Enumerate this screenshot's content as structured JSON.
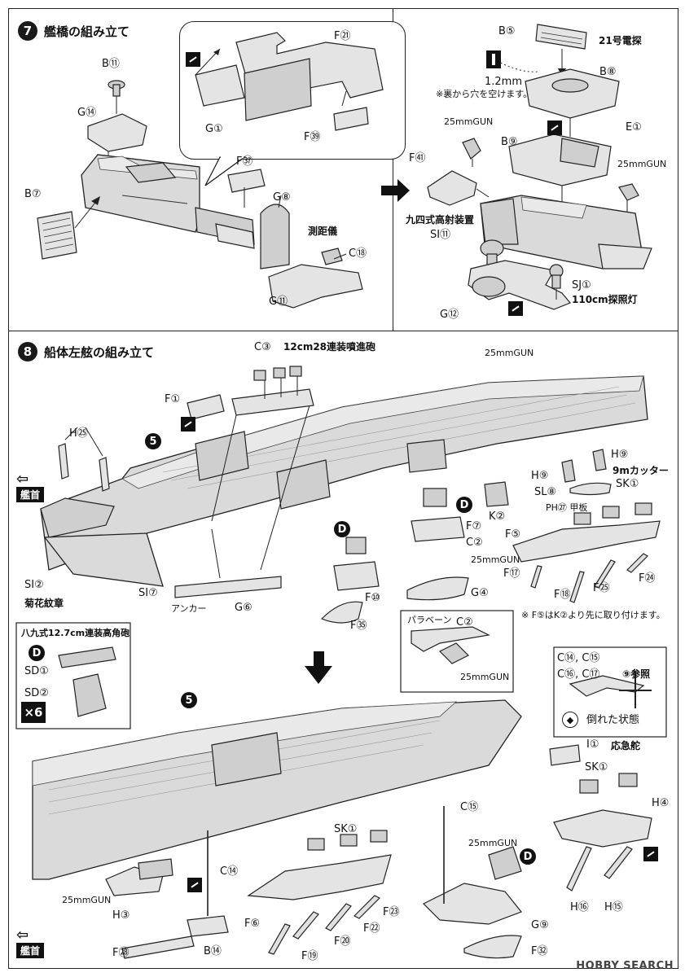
{
  "step7": {
    "number": "7",
    "title": "艦橋の組み立て",
    "labels": {
      "b11": "B⑪",
      "g14": "G⑭",
      "b7": "B⑦",
      "f21": "F㉑",
      "g1": "G①",
      "f39": "F㊴",
      "f37": "F㊲",
      "g8": "G⑧",
      "rangefinder": "測距儀",
      "c18": "C⑱",
      "g11": "G⑪",
      "b5": "B⑤",
      "radar": "21号電探",
      "drill": "1.2mm",
      "drill_note": "※裏から穴を空けます。",
      "b8": "B⑧",
      "gun1": "25mmGUN",
      "b9": "B⑨",
      "e1": "E①",
      "gun2": "25mmGUN",
      "f41": "F㊶",
      "director": "九四式高射装置",
      "si11": "SI⑪",
      "sj1": "SJ①",
      "searchlight": "110cm探照灯",
      "g12": "G⑫"
    }
  },
  "step8": {
    "number": "8",
    "title": "船体左舷の組み立て",
    "labels": {
      "c3": "C③",
      "turret_12cm": "12cm28連装噴進砲",
      "gun_top": "25mmGUN",
      "f1": "F①",
      "h25": "H㉕",
      "bow": "艦首",
      "si2": "SI②",
      "chrysanthemum": "菊花紋章",
      "si7": "SI⑦",
      "anchor": "アンカー",
      "g6": "G⑥",
      "f35": "F㉟",
      "f10": "F⑩",
      "f7": "F⑦",
      "c2": "C②",
      "gun_mid": "25mmGUN",
      "k2": "K②",
      "g4": "G④",
      "h9a": "H⑨",
      "h9b": "H⑨",
      "cutter": "9mカッター",
      "sl8": "SL⑧",
      "sk1": "SK①",
      "ph27": "PH㉗ 甲板",
      "f5": "F⑤",
      "f17": "F⑰",
      "f18": "F⑱",
      "f25": "F㉕",
      "f24": "F㉔",
      "note_f5": "※ F⑤はK②より先に取り付けます。",
      "paravane": "パラベーン",
      "c2b": "C②",
      "gun_para": "25mmGUN",
      "aa_gun": "八九式12.7cm連装高角砲",
      "sd1": "SD①",
      "sd2": "SD②",
      "multiplier": "×6",
      "c14c15": "C⑭, C⑮",
      "c16c17": "C⑯, C⑰",
      "ref9": "⑨参照",
      "fallen": "倒れた状態",
      "i1": "I①",
      "emergency_rudder": "応急舵",
      "sk1b": "SK①",
      "h4": "H④",
      "sk1c": "SK①",
      "gun_low": "25mmGUN",
      "c15": "C⑮",
      "c14": "C⑭",
      "gun_low2": "25mmGUN",
      "h3": "H③",
      "f28": "F㉘",
      "b14": "B⑭",
      "f6": "F⑥",
      "f19": "F⑲",
      "f20": "F⑳",
      "f22": "F㉒",
      "f23": "F㉓",
      "g9": "G⑨",
      "f32": "F㉜",
      "h16": "H⑯",
      "h15": "H⑮",
      "bow2": "艦首",
      "circle5": "5",
      "circleD": "D"
    }
  },
  "watermark": "HOBBY SEARCH"
}
